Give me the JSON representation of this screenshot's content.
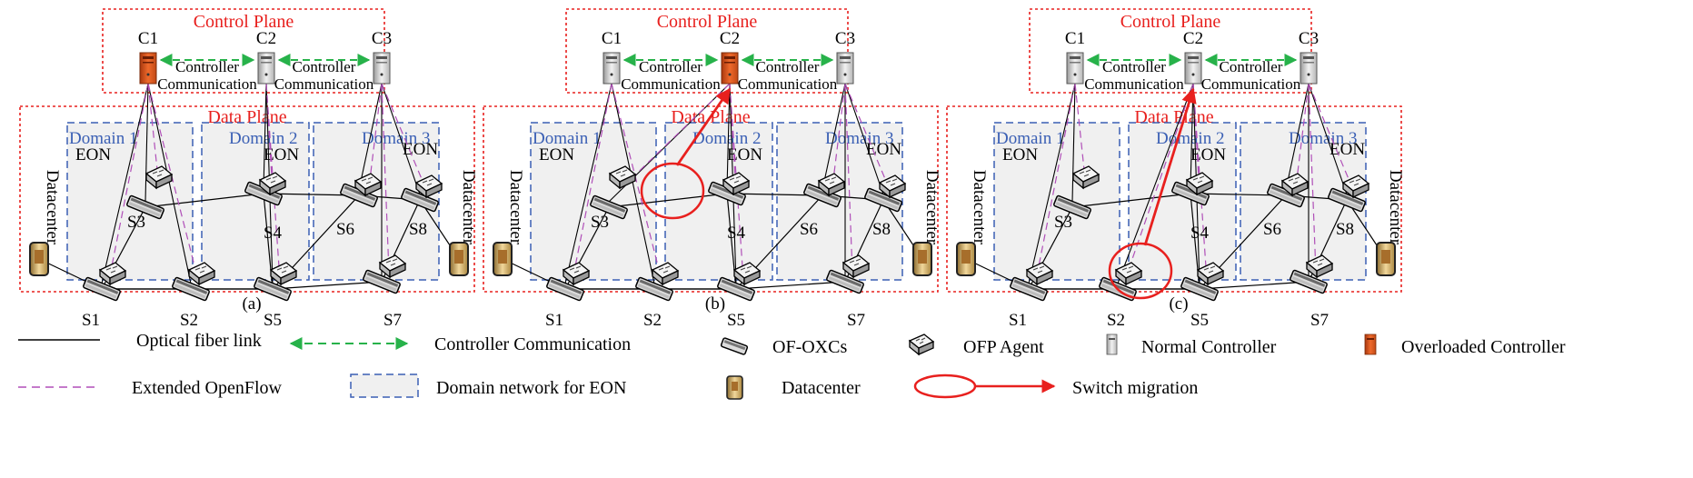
{
  "panels": [
    {
      "caption": "(a)",
      "control_plane_title": "Control Plane",
      "data_plane_title": "Data Plane",
      "controllers": [
        {
          "label": "C1",
          "state": "overloaded"
        },
        {
          "label": "C2",
          "state": "normal"
        },
        {
          "label": "C3",
          "state": "normal"
        }
      ],
      "comm_labels": [
        [
          "Controller",
          "Communication"
        ],
        [
          "Controller",
          "Communication"
        ]
      ],
      "domains": [
        {
          "name": "Domain 1",
          "eon": "EON"
        },
        {
          "name": "Domain 2",
          "eon": "EON"
        },
        {
          "name": "Domain 3",
          "eon": "EON"
        }
      ],
      "switches": [
        "S1",
        "S2",
        "S3",
        "S4",
        "S5",
        "S6",
        "S7",
        "S8"
      ],
      "datacenter_label": "Datacenter",
      "migrated_switch": null
    },
    {
      "caption": "(b)",
      "control_plane_title": "Control Plane",
      "data_plane_title": "Data Plane",
      "controllers": [
        {
          "label": "C1",
          "state": "normal"
        },
        {
          "label": "C2",
          "state": "overloaded"
        },
        {
          "label": "C3",
          "state": "normal"
        }
      ],
      "comm_labels": [
        [
          "Controller",
          "Communication"
        ],
        [
          "Controller",
          "Communication"
        ]
      ],
      "domains": [
        {
          "name": "Domain 1",
          "eon": "EON"
        },
        {
          "name": "Domain 2",
          "eon": "EON"
        },
        {
          "name": "Domain 3",
          "eon": "EON"
        }
      ],
      "switches": [
        "S1",
        "S2",
        "S3",
        "S4",
        "S5",
        "S6",
        "S7",
        "S8"
      ],
      "datacenter_label": "Datacenter",
      "migrated_switch": "S3"
    },
    {
      "caption": "(c)",
      "control_plane_title": "Control Plane",
      "data_plane_title": "Data Plane",
      "controllers": [
        {
          "label": "C1",
          "state": "normal"
        },
        {
          "label": "C2",
          "state": "normal"
        },
        {
          "label": "C3",
          "state": "normal"
        }
      ],
      "comm_labels": [
        [
          "Controller",
          "Communication"
        ],
        [
          "Controller",
          "Communication"
        ]
      ],
      "domains": [
        {
          "name": "Domain 1",
          "eon": "EON"
        },
        {
          "name": "Domain 2",
          "eon": "EON"
        },
        {
          "name": "Domain 3",
          "eon": "EON"
        }
      ],
      "switches": [
        "S1",
        "S2",
        "S3",
        "S4",
        "S5",
        "S6",
        "S7",
        "S8"
      ],
      "datacenter_label": "Datacenter",
      "migrated_switch": "S2"
    }
  ],
  "legend": {
    "optical_fiber": "Optical fiber link",
    "controller_comm": "Controller Communication",
    "of_oxcs": "OF-OXCs",
    "ofp_agent": "OFP Agent",
    "normal_controller": "Normal Controller",
    "overloaded_controller": "Overloaded Controller",
    "extended_openflow": "Extended OpenFlow",
    "domain_network": "Domain network for EON",
    "datacenter": "Datacenter",
    "switch_migration": "Switch  migration"
  },
  "colors": {
    "control_plane_border": "#e8201e",
    "domain_border": "#3a5fb4",
    "domain_fill": "#f0f0f0",
    "controller_comm": "#27b24a",
    "openflow": "#b04fb8",
    "overloaded_controller": "#e05a1e",
    "migration": "#e8201e"
  }
}
